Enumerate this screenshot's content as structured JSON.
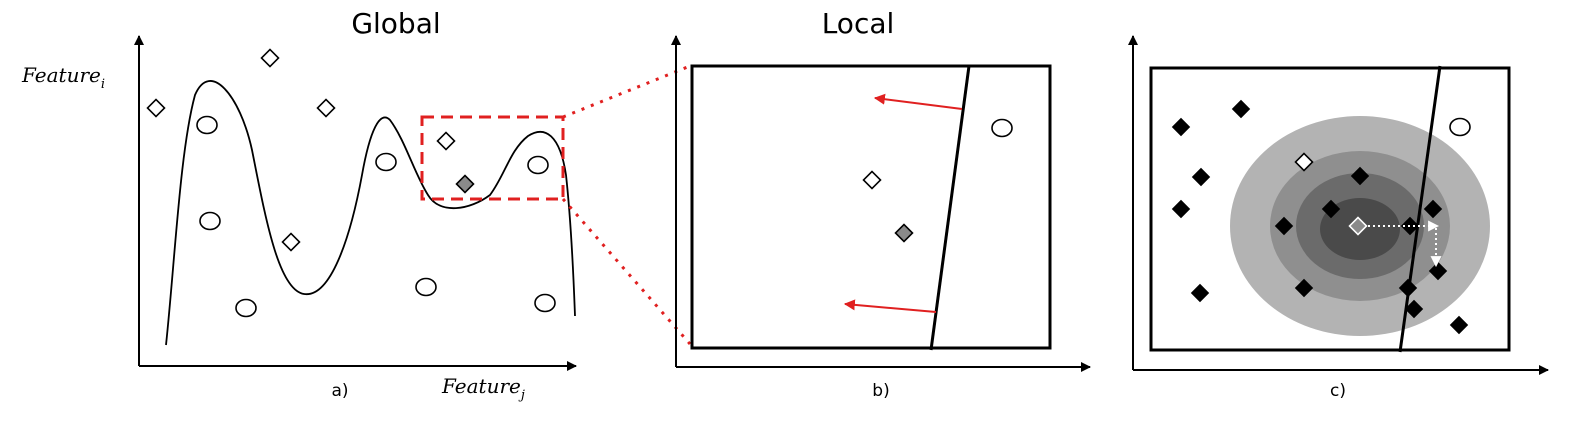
{
  "panels": {
    "global": {
      "title": "Global",
      "caption": "a)"
    },
    "local": {
      "title": "Local",
      "caption": "b)"
    },
    "third": {
      "caption": "c)"
    }
  },
  "axes": {
    "y_label": "Feature",
    "y_sub": "i",
    "x_label": "Feature",
    "x_sub": "j"
  },
  "colors": {
    "zoom_box": "#e02020",
    "arrows": "#e02020",
    "marker_outline": "#000000",
    "marker_gray": "#8a8a8a",
    "marker_black": "#000000",
    "ring_outer": "#b3b3b3",
    "ring_2": "#8f8f8f",
    "ring_3": "#6b6b6b",
    "ring_inner": "#4a4a4a"
  },
  "icons": {
    "white_diamond": "white-diamond-marker",
    "gray_diamond": "gray-diamond-marker",
    "black_diamond": "black-diamond-marker",
    "circle": "circle-marker"
  }
}
